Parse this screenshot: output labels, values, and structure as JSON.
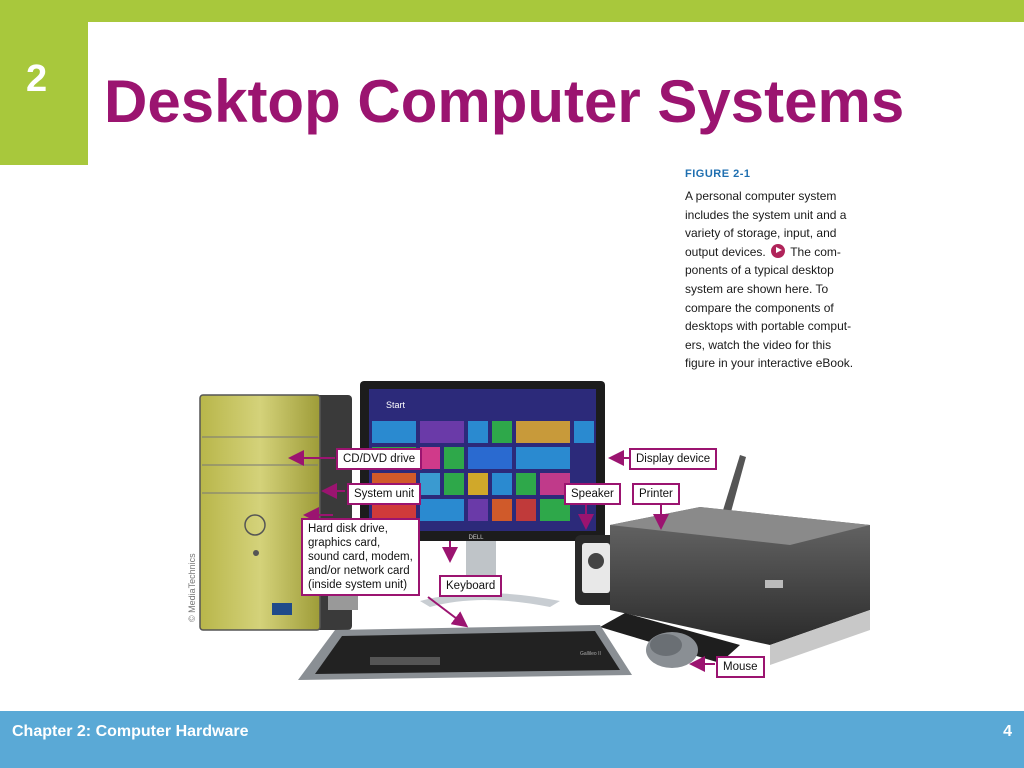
{
  "slide": {
    "chapter_number": "2",
    "title": "Desktop Computer Systems"
  },
  "figure": {
    "label": "FIGURE 2-1",
    "caption_lines": [
      "A personal computer system",
      "includes the system unit and a",
      "variety of storage, input, and",
      "output devices.",
      "The com-",
      "ponents of a typical desktop",
      "system are shown here. To",
      "compare the components of",
      "desktops with portable comput-",
      "ers, watch the video for this",
      "figure in your interactive eBook."
    ],
    "credit": "© MediaTechnics",
    "screen_text": "Start",
    "monitor_brand": "DELL",
    "keyboard_brand": "Gallileo II",
    "callouts": {
      "cd_dvd_drive": "CD/DVD drive",
      "system_unit": "System unit",
      "hard_disk": [
        "Hard disk drive,",
        "graphics card,",
        "sound card, modem,",
        "and/or network card",
        "(inside system unit)"
      ],
      "keyboard": "Keyboard",
      "speaker": "Speaker",
      "display_device": "Display device",
      "printer": "Printer",
      "mouse": "Mouse"
    }
  },
  "footer": {
    "chapter_label": "Chapter 2: Computer Hardware",
    "page_number": "4"
  },
  "colors": {
    "accent_green": "#a8c83c",
    "title_magenta": "#9b1470",
    "footer_blue": "#5aa9d6",
    "figure_label_blue": "#1f6fb0"
  }
}
